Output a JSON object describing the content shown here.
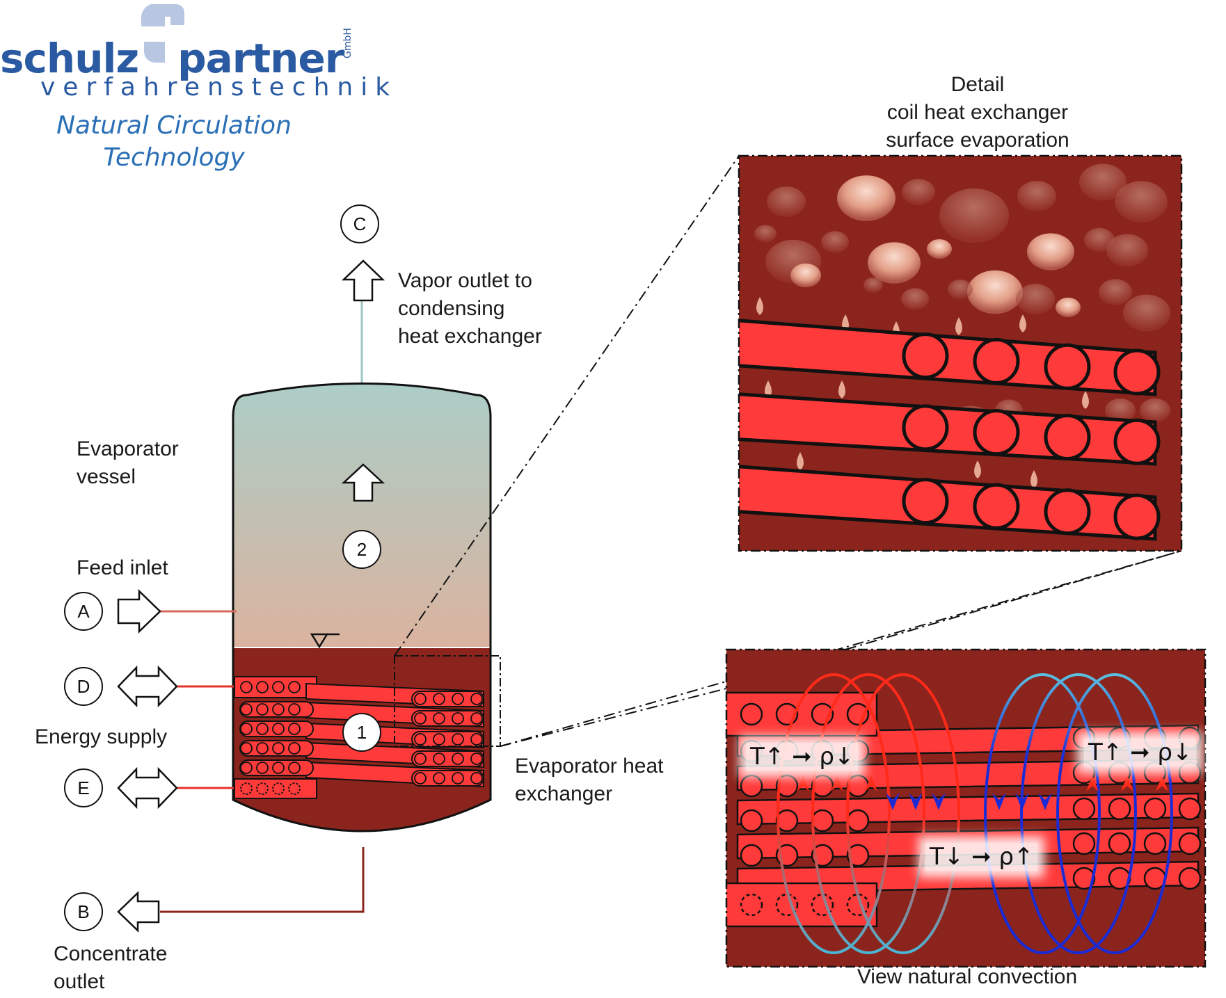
{
  "logo": {
    "name_left": "schulz",
    "name_right": "partner",
    "subtitle": "verfahrenstechnik",
    "legal": "GmbH"
  },
  "tagline": {
    "line1": "Natural Circulation",
    "line2": "Technology"
  },
  "labels": {
    "evaporator_vessel_1": "Evaporator",
    "evaporator_vessel_2": "vessel",
    "feed_inlet": "Feed inlet",
    "energy_supply": "Energy supply",
    "concentrate_1": "Concentrate",
    "concentrate_2": "outlet",
    "vapor_1": "Vapor outlet to",
    "vapor_2": "condensing",
    "vapor_3": "heat exchanger",
    "evap_hx_1": "Evaporator heat",
    "evap_hx_2": "exchanger",
    "detail_1": "Detail",
    "detail_2": "coil heat exchanger",
    "detail_3": "surface evaporation",
    "convection": "View natural convection"
  },
  "markers": {
    "A": "A",
    "B": "B",
    "C": "C",
    "D": "D",
    "E": "E",
    "one": "1",
    "two": "2"
  },
  "formulas": {
    "f1": "T↑ ➞ ρ↓",
    "f2": "T↑ ➞ ρ↓",
    "f3": "T↓ ➞ ρ↑"
  },
  "colors": {
    "brand_blue": "#2a5aa2",
    "liquid": "#8b241c",
    "coil": "#ff3a3a",
    "vapor_top": "#a9cfc9",
    "vapor_bottom": "#d9b5a1",
    "cold_flow": "#1a2bd6",
    "hot_flow": "#ff2a1a"
  }
}
